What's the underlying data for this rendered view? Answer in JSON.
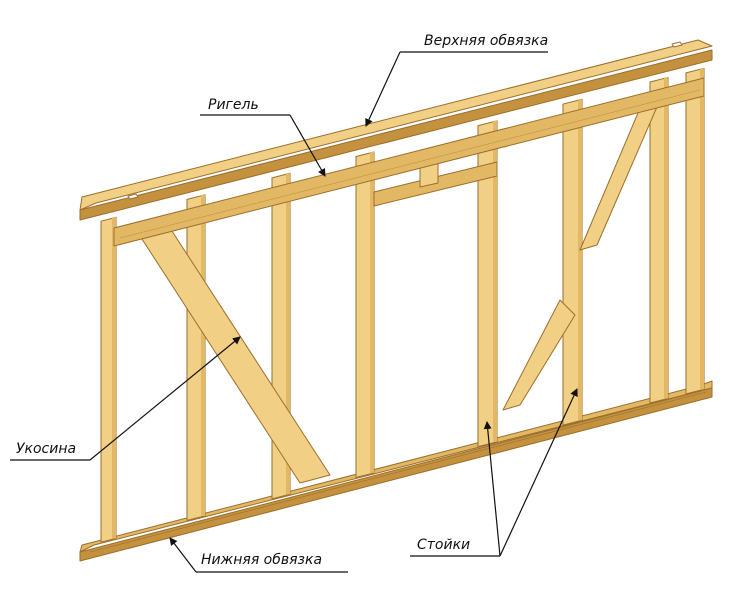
{
  "labels": {
    "top_plate": "Верхняя обвязка",
    "rigel": "Ригель",
    "brace": "Укосина",
    "studs": "Стойки",
    "bottom_plate": "Нижняя обвязка"
  },
  "colors": {
    "wood_light": "#f1cf85",
    "wood_mid": "#e3b865",
    "wood_dark": "#c4913f",
    "edge": "#9c6f2c",
    "leader": "#111111"
  }
}
